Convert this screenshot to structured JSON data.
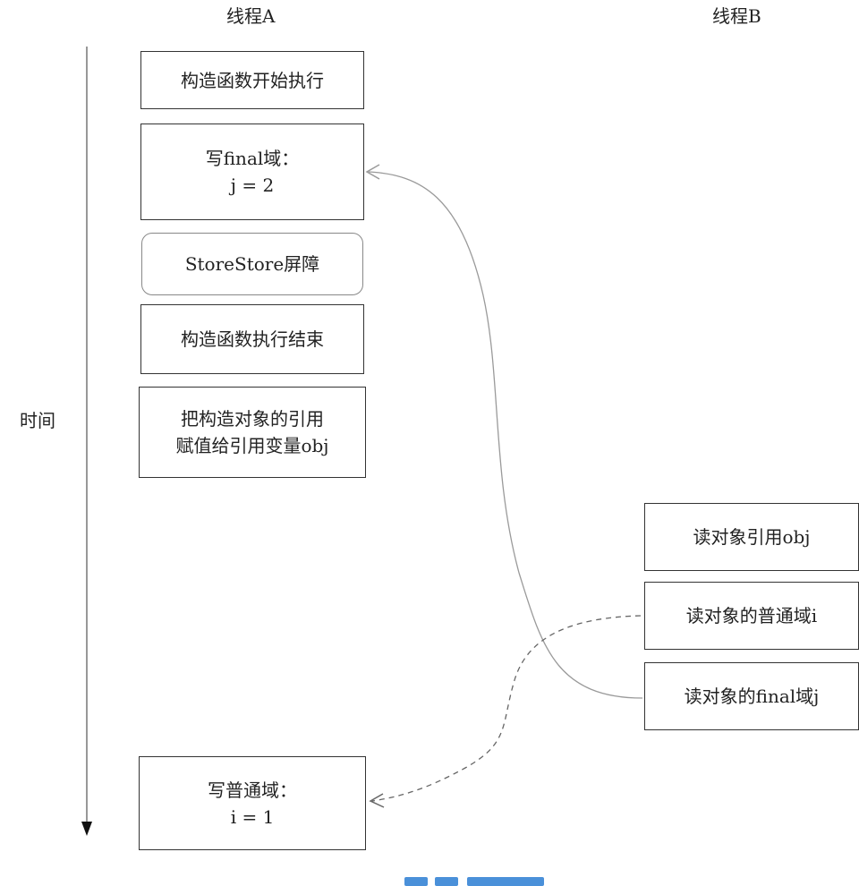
{
  "thread_a": {
    "title": "线程A"
  },
  "thread_b": {
    "title": "线程B"
  },
  "time_axis": {
    "label": "时间"
  },
  "thread_a_steps": [
    {
      "lines": [
        "构造函数开始执行"
      ]
    },
    {
      "lines": [
        "写final域：",
        "j = 2"
      ]
    },
    {
      "lines": [
        "StoreStore屏障"
      ],
      "kind": "barrier"
    },
    {
      "lines": [
        "构造函数执行结束"
      ]
    },
    {
      "lines": [
        "把构造对象的引用",
        "赋值给引用变量obj"
      ]
    },
    {
      "lines": [
        "写普通域：",
        "i = 1"
      ]
    }
  ],
  "thread_b_steps": [
    {
      "lines": [
        "读对象引用obj"
      ]
    },
    {
      "lines": [
        "读对象的普通域i"
      ]
    },
    {
      "lines": [
        "读对象的final域j"
      ]
    }
  ],
  "colors": {
    "box_border": "#333333",
    "barrier_border": "#888888",
    "solid_arrow": "#9a9a9a",
    "dashed_arrow": "#666666",
    "caption_accent": "#4a90d9"
  }
}
